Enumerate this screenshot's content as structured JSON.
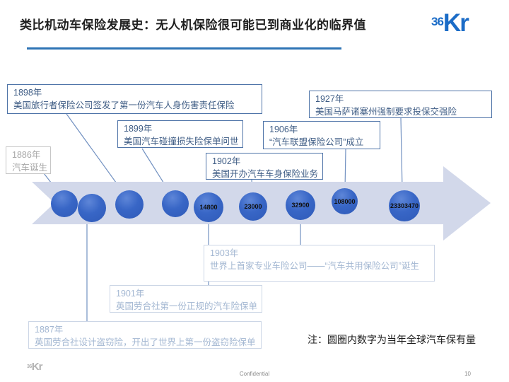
{
  "header": {
    "title": "类比机动车保险发展史：无人机保险很可能已到商业化的临界值",
    "logo_prefix": "36",
    "logo_suffix": "Kr"
  },
  "events": [
    {
      "year": "1886年",
      "desc": "汽车诞生",
      "style": "gray"
    },
    {
      "year": "1887年",
      "desc": "英国劳合社设计盗窃险，开出了世界上第一份盗窃险保单",
      "style": "faded"
    },
    {
      "year": "1898年",
      "desc": "美国旅行者保险公司签发了第一份汽车人身伤害责任保险",
      "style": "dark"
    },
    {
      "year": "1899年",
      "desc": "美国汽车碰撞损失险保单问世",
      "style": "dark"
    },
    {
      "year": "1901年",
      "desc": "英国劳合社第一份正规的汽车险保单",
      "style": "faded"
    },
    {
      "year": "1902年",
      "desc": "美国开办汽车车身保险业务",
      "style": "dark"
    },
    {
      "year": "1903年",
      "desc": "世界上首家专业车险公司——“汽车共用保险公司”诞生",
      "style": "faded"
    },
    {
      "year": "1906年",
      "desc": "“汽车联盟保险公司”成立",
      "style": "dark"
    },
    {
      "year": "1927年",
      "desc": "美国马萨诸塞州强制要求投保交强险",
      "style": "dark"
    }
  ],
  "circles": [
    {
      "year": "1886",
      "label": ""
    },
    {
      "year": "1887",
      "label": ""
    },
    {
      "year": "1898",
      "label": ""
    },
    {
      "year": "1899",
      "label": ""
    },
    {
      "year": "1901",
      "label": "14800"
    },
    {
      "year": "1902",
      "label": "23000"
    },
    {
      "year": "1903",
      "label": "32900"
    },
    {
      "year": "1906",
      "label": "108000"
    },
    {
      "year": "1927",
      "label": "23303470"
    }
  ],
  "note": "注：圆圈内数字为当年全球汽车保有量",
  "footer": {
    "confidential": "Confidential",
    "page": "10"
  },
  "colors": {
    "accent_underline": "#2e74b5",
    "logo_blue": "#1b6cc7",
    "band": "#d2d8ea",
    "circle_fill": "#3866c6",
    "dark_box_border": "#4f74a8",
    "dark_box_text": "#3f5d85",
    "faded_box_text": "#a3b7d2",
    "gray_box_text": "#a8a8a8",
    "connector": "#7291c1"
  }
}
